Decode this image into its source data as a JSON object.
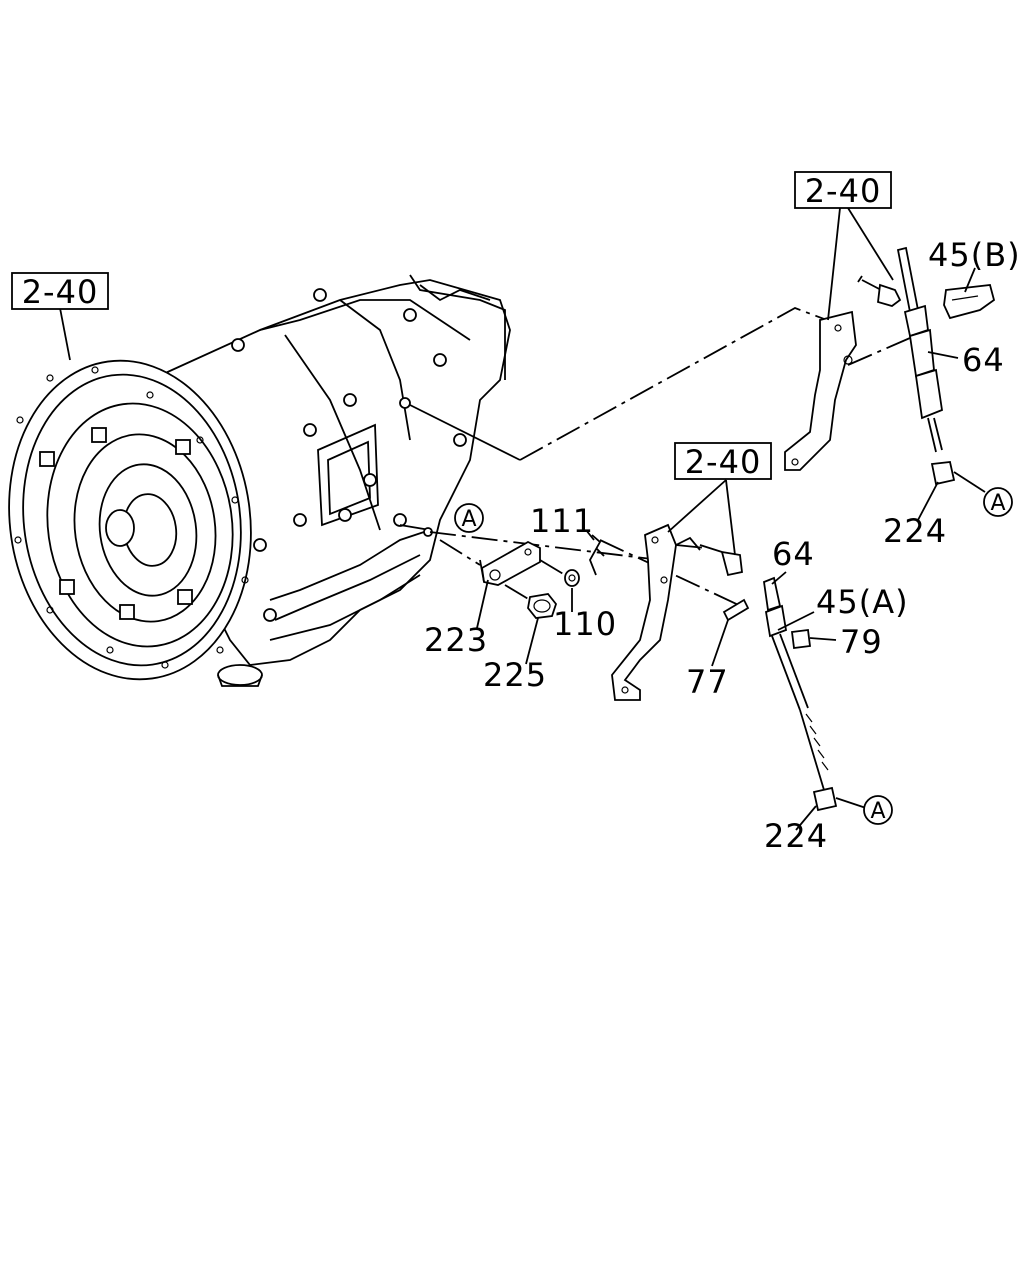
{
  "refs": {
    "r1": "2-40",
    "r2": "2-40",
    "r3": "2-40"
  },
  "callouts": {
    "a1": "A",
    "a2": "A",
    "a3": "A"
  },
  "labels": {
    "p45b": "45(B)",
    "p64a": "64",
    "p224a": "224",
    "p111": "111",
    "p223": "223",
    "p110": "110",
    "p225": "225",
    "p64b": "64",
    "p45a": "45(A)",
    "p79": "79",
    "p77": "77",
    "p224b": "224"
  }
}
